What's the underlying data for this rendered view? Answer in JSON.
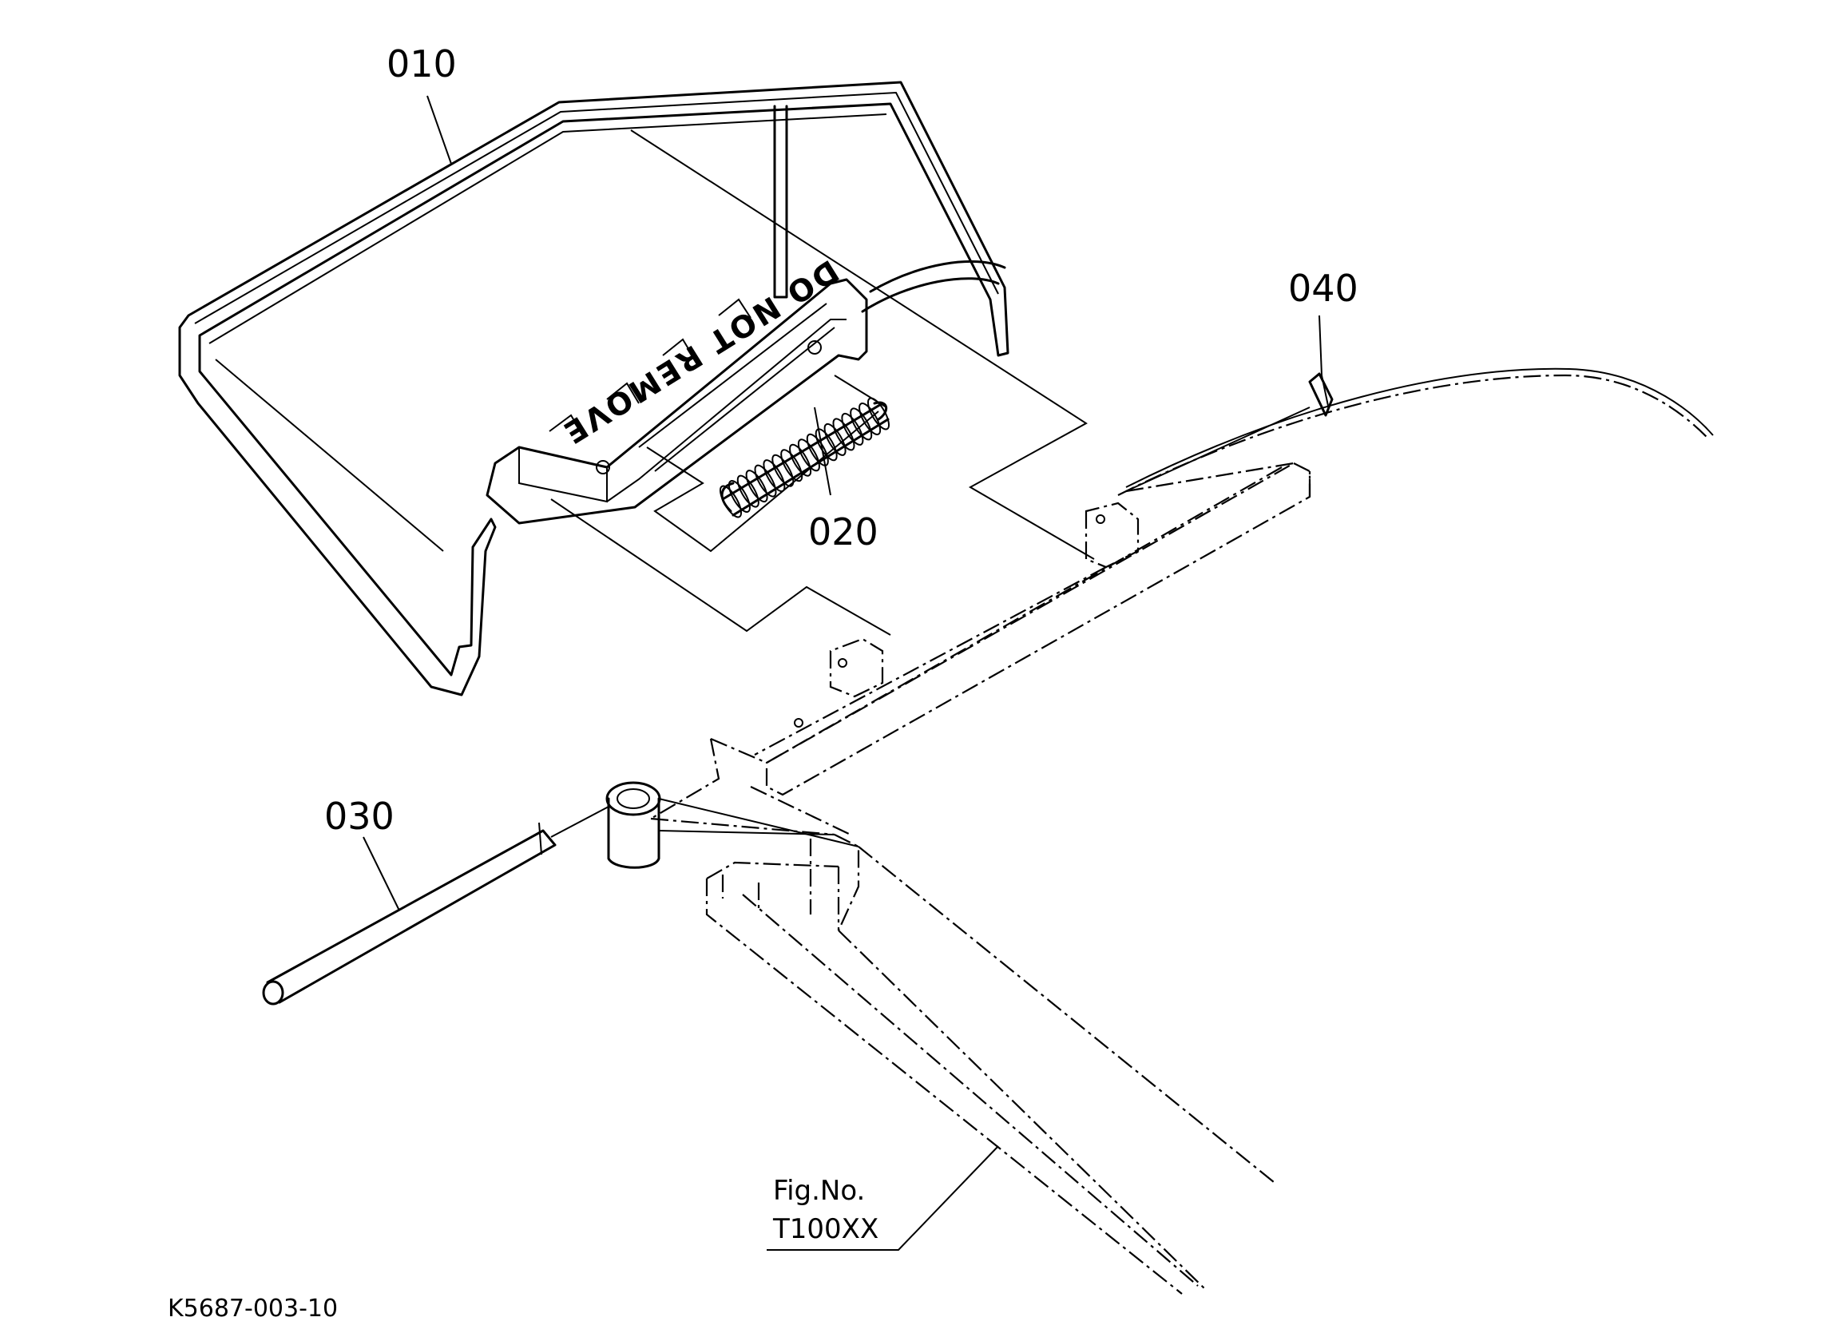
{
  "parts": [
    {
      "id": "010"
    },
    {
      "id": "020"
    },
    {
      "id": "030"
    },
    {
      "id": "040"
    }
  ],
  "guard_text": "DO NOT REMOVE",
  "figure_ref": {
    "line1": "Fig.No.",
    "line2": "T100XX"
  },
  "drawing_code": "K5687-003-10"
}
